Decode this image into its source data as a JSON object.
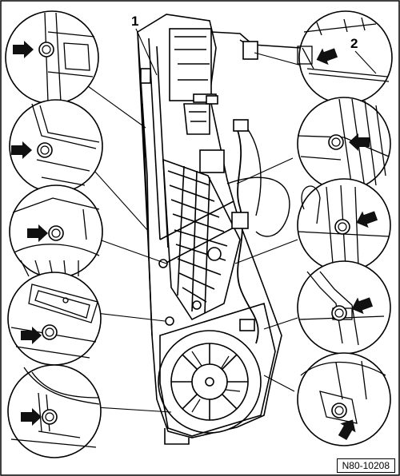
{
  "diagram": {
    "callouts": {
      "part_1": "1",
      "part_2": "2"
    },
    "reference_code": "N80-10208",
    "colors": {
      "line": "#000000",
      "background": "#ffffff",
      "arrow": "#111111"
    },
    "detail_insets_left": [
      "detail-top-left",
      "detail-mid-left-1",
      "detail-mid-left-2",
      "detail-low-left-1",
      "detail-bottom-left"
    ],
    "detail_insets_right": [
      "detail-top-right",
      "detail-mid-right-1",
      "detail-mid-right-2",
      "detail-low-right-1",
      "detail-bottom-right"
    ],
    "icons": [
      "arrow-icon",
      "bolt-icon"
    ]
  }
}
